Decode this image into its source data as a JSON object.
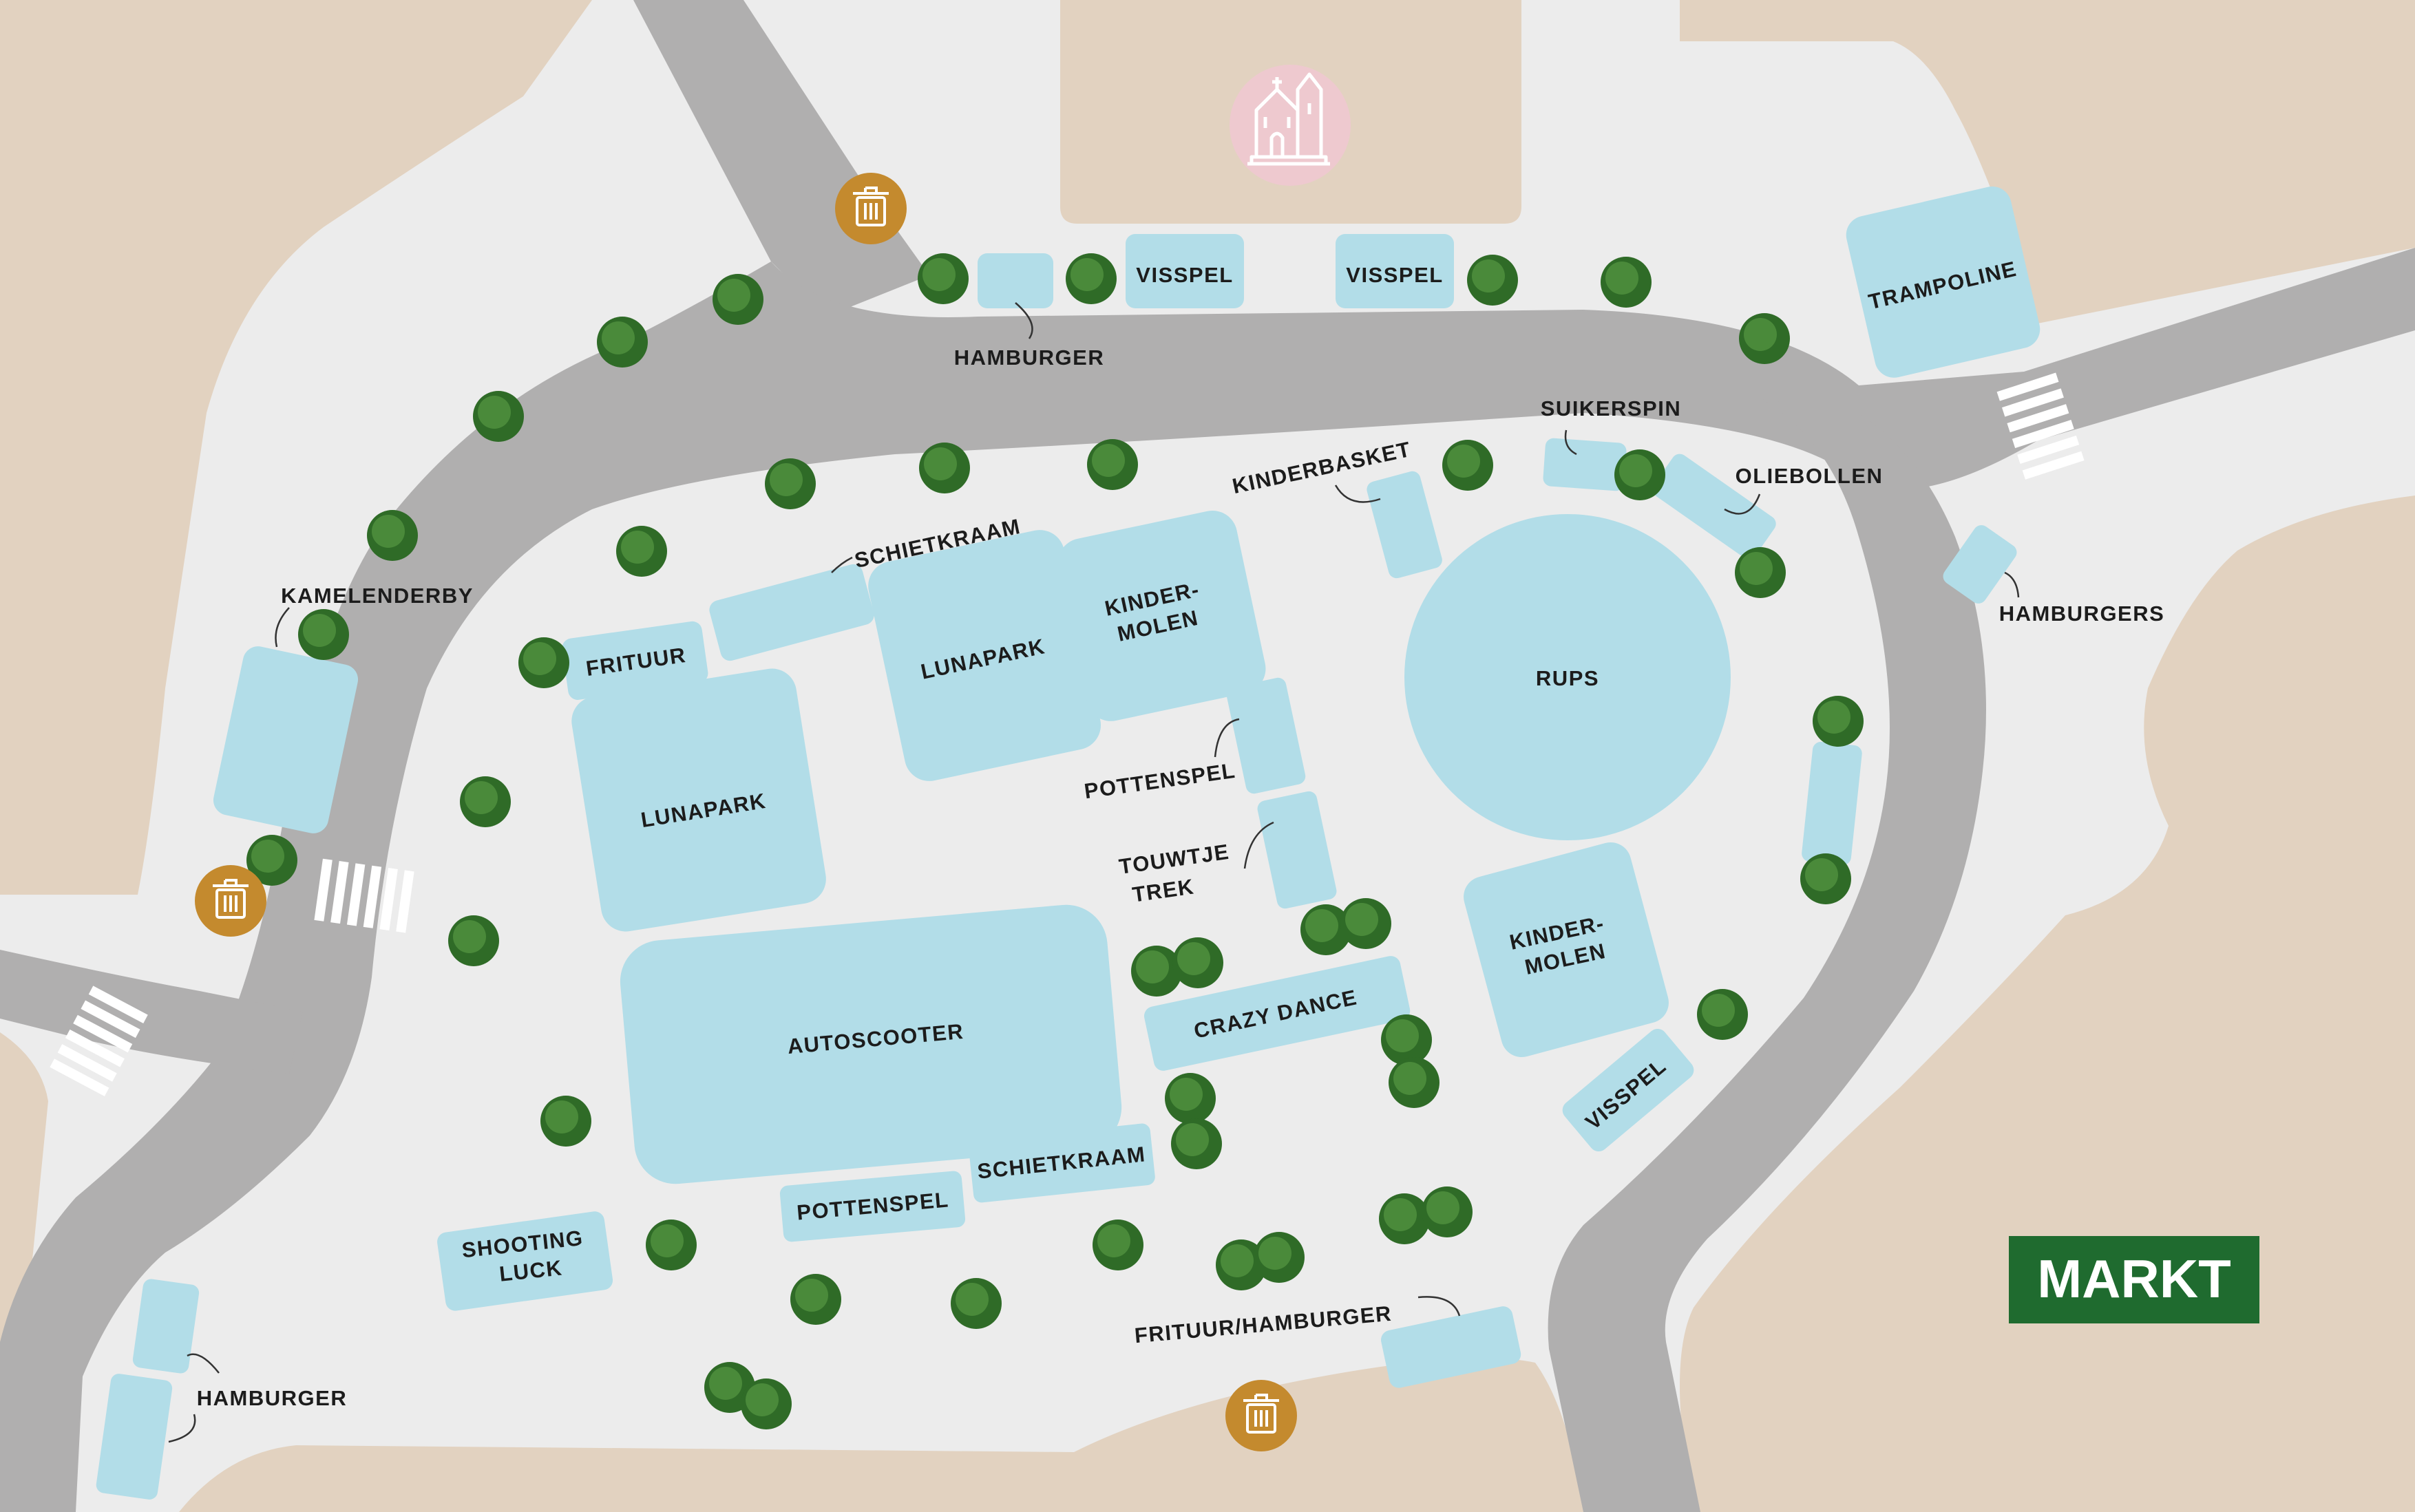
{
  "map_title": "MARKT",
  "colors": {
    "background": "#ececec",
    "road": "#b0afaf",
    "building_block": "#e2d2c0",
    "stall": "#b2dde8",
    "tree_dark": "#2f6b27",
    "tree_light": "#4a8a3a",
    "trash_icon": "#c48a2e",
    "church_icon": "#eec9cf",
    "logo_green": "#1f6b2f"
  },
  "icons": {
    "church": "church-icon",
    "trash": "trash-bin-icon",
    "tree": "tree-icon",
    "crosswalk": "crosswalk-icon"
  },
  "labels": {
    "hamburger_top": "HAMBURGER",
    "visspel_top_1": "VISSPEL",
    "visspel_top_2": "VISSPEL",
    "trampoline": "TRAMPOLINE",
    "suikerspin": "SUIKERSPIN",
    "oliebollen": "OLIEBOLLEN",
    "hamburgers": "HAMBURGERS",
    "kinderbasket": "KINDERBASKET",
    "rups": "RUPS",
    "kamelenderby": "KAMELENDERBY",
    "schietkraam_top": "SCHIETKRAAM",
    "frituur": "FRITUUR",
    "lunapark_1": "LUNAPARK",
    "lunapark_2": "LUNAPARK",
    "kindermolen_1_line1": "KINDER-",
    "kindermolen_1_line2": "MOLEN",
    "pottenspel_top": "POTTENSPEL",
    "touwtje_line1": "TOUWTJE",
    "touwtje_line2": "TREK",
    "kindermolen_2_line1": "KINDER-",
    "kindermolen_2_line2": "MOLEN",
    "crazy_dance": "CRAZY DANCE",
    "autoscooter": "AUTOSCOOTER",
    "visspel_bottom": "VISSPEL",
    "shooting_line1": "SHOOTING",
    "shooting_line2": "LUCK",
    "pottenspel_bottom": "POTTENSPEL",
    "schietkraam_bottom": "SCHIETKRAAM",
    "frituur_hamburger": "FRITUUR/HAMBURGER",
    "hamburger_bottom": "HAMBURGER"
  }
}
